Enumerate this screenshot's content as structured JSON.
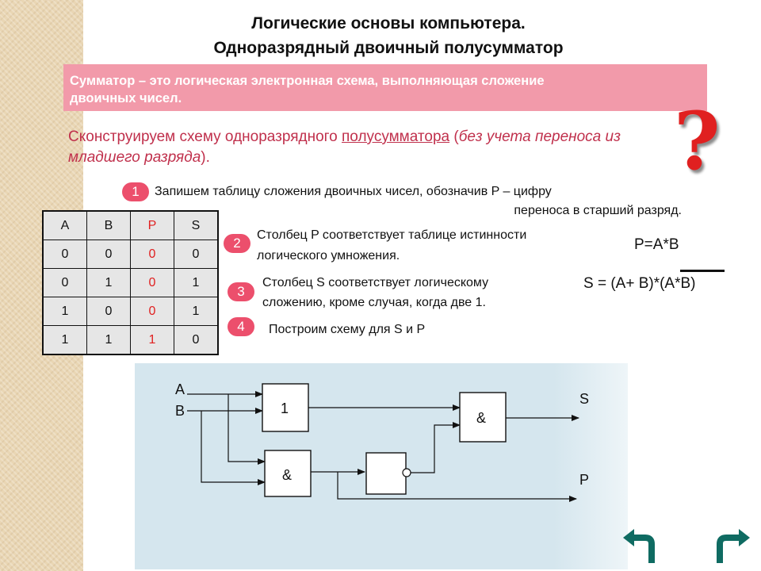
{
  "title": {
    "line1": "Логические основы компьютера.",
    "line2": "Одноразрядный двоичный полусумматор"
  },
  "definition": {
    "line1": "Сумматор – это логическая электронная схема, выполняющая сложение",
    "line2": "двоичных чисел."
  },
  "lead": {
    "part1": "Сконструируем схему одноразрядного ",
    "underlined": "полусумматора",
    "part2": " (",
    "italic": "без учета переноса из младшего разряда",
    "part3": ")."
  },
  "question_mark": "?",
  "steps": [
    {
      "num": "1",
      "line1": "Запишем таблицу сложения двоичных чисел, обозначив P – цифру",
      "line2": "переноса в старший разряд."
    },
    {
      "num": "2",
      "line1": "Столбец P соответствует таблице истинности",
      "line2": "логического умножения."
    },
    {
      "num": "3",
      "line1": "Столбец S соответствует логическому",
      "line2": "сложению, кроме случая, когда две 1."
    },
    {
      "num": "4",
      "line1": "Построим схему для S и P"
    }
  ],
  "formulas": {
    "p": "P=A*B",
    "s": "S = (A+ B)*(A*B)"
  },
  "truth_table": {
    "headers": [
      "A",
      "B",
      "P",
      "S"
    ],
    "rows": [
      [
        "0",
        "0",
        "0",
        "0"
      ],
      [
        "0",
        "1",
        "0",
        "1"
      ],
      [
        "1",
        "0",
        "0",
        "1"
      ],
      [
        "1",
        "1",
        "1",
        "0"
      ]
    ]
  },
  "circuit": {
    "input_a": "A",
    "input_b": "B",
    "or_gate": "1",
    "and_gate_1": "&",
    "and_gate_2": "&",
    "output_s": "S",
    "output_p": "P"
  },
  "colors": {
    "accent": "#ec4f6c",
    "definition_bg": "#f29aaa",
    "lead_text": "#c0304c",
    "diagram_bg": "#d5e6ee",
    "nav_arrow": "#0f6b62"
  },
  "nav": {
    "back_icon": "return-arrow-icon",
    "forward_icon": "forward-arrow-icon"
  }
}
